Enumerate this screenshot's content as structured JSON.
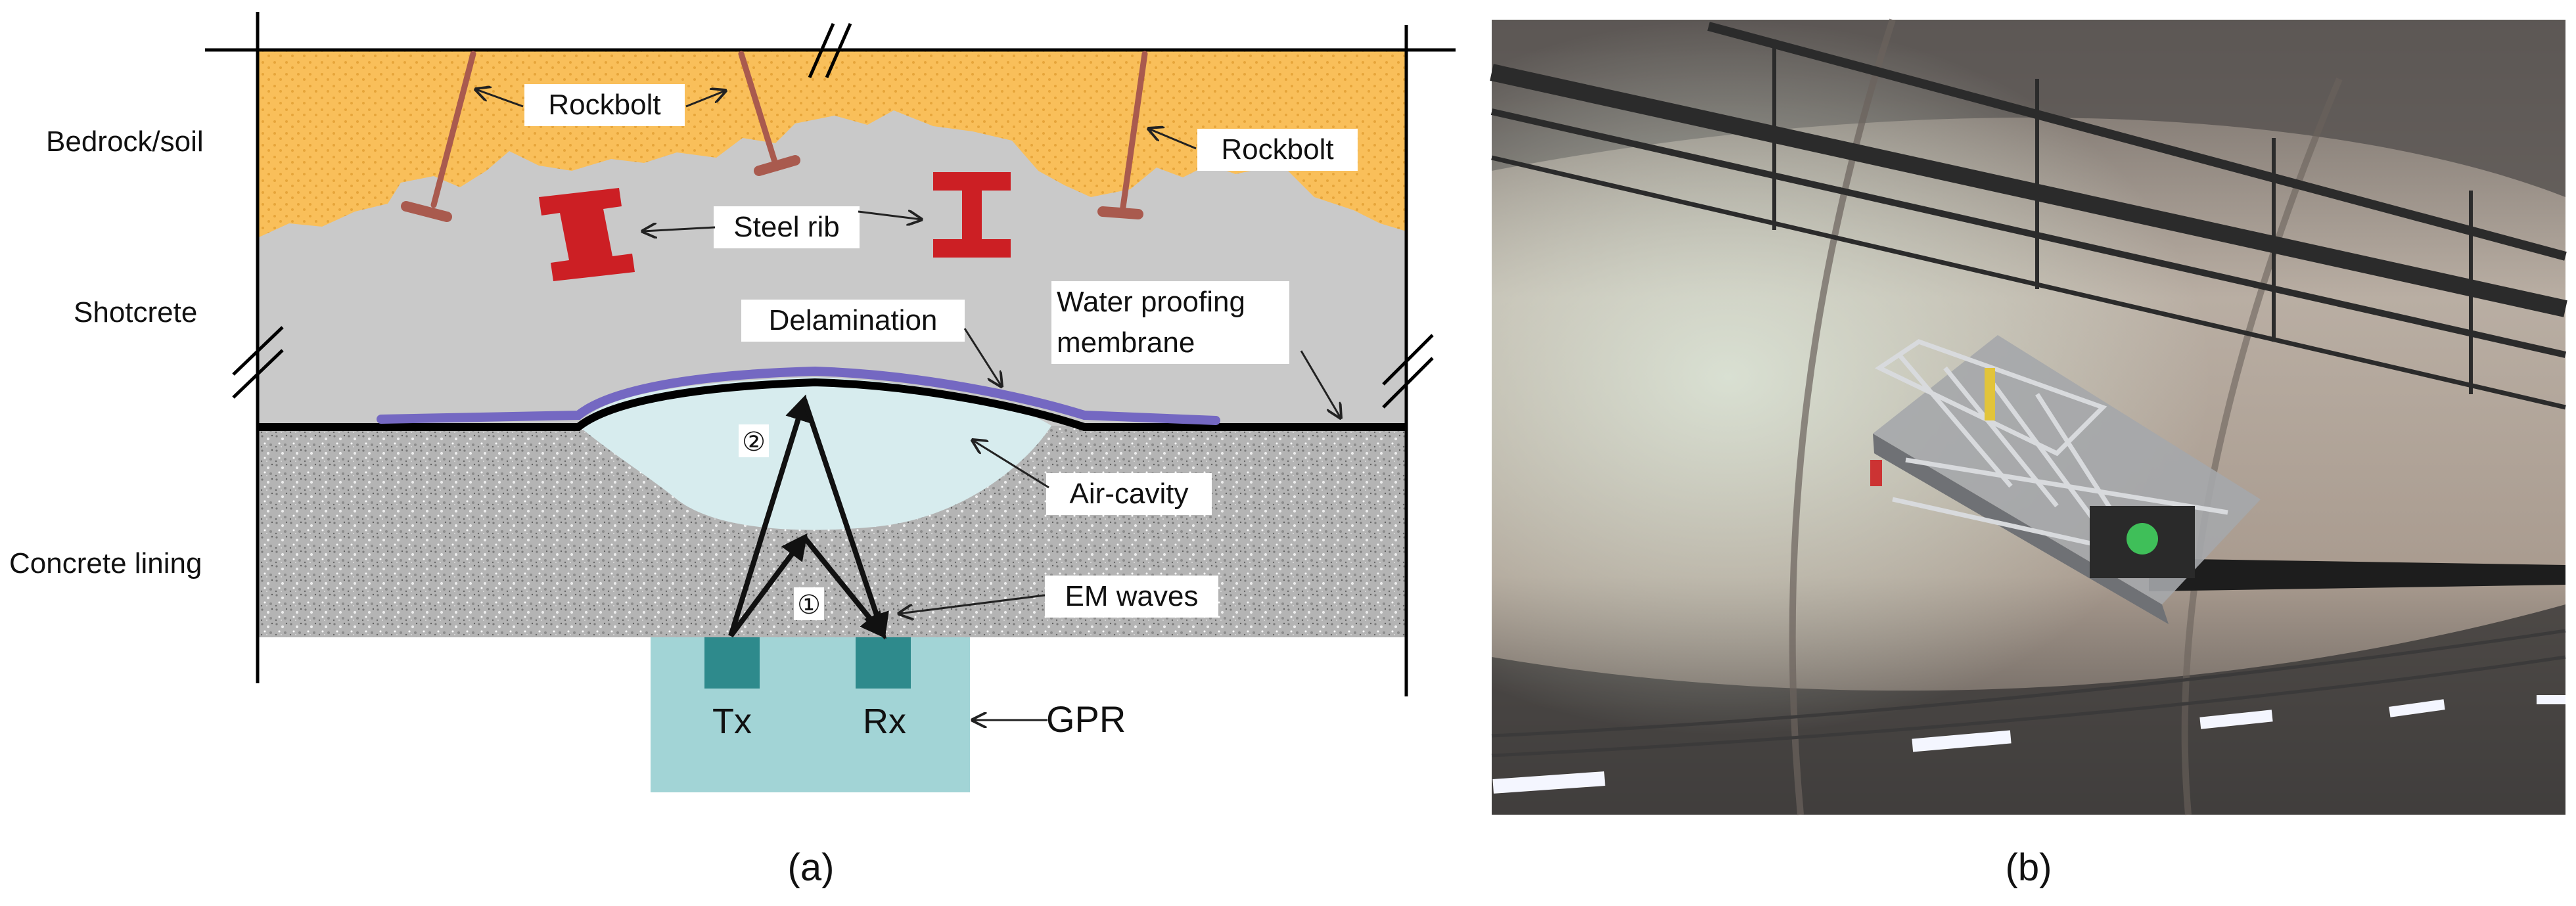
{
  "panel_a": {
    "caption": "(a)",
    "layers": {
      "bedrock": "Bedrock/soil",
      "shotcrete": "Shotcrete",
      "lining": "Concrete lining"
    },
    "labels": {
      "rockbolt_1": "Rockbolt",
      "rockbolt_2": "Rockbolt",
      "steel_rib": "Steel rib",
      "delamination": "Delamination",
      "waterproof_line1": "Water proofing",
      "waterproof_line2": "membrane",
      "air_cavity": "Air-cavity",
      "em_waves": "EM waves",
      "gpr": "GPR",
      "tx": "Tx",
      "rx": "Rx",
      "path_1": "①",
      "path_2": "②"
    },
    "colors": {
      "bedrock": "#f9bf5a",
      "shotcrete": "#c9c9c9",
      "lining": "#b4b4b4",
      "membrane": "#7468c2",
      "air_cavity": "#d7ecee",
      "gpr_box": "#a2d4d6",
      "antenna": "#2e8a8c",
      "steel_rib": "#cc1f24",
      "rockbolt": "#a95a4e"
    }
  },
  "panel_b": {
    "caption": "(b)",
    "colors": {
      "tunnel_wall": "#b3a598",
      "lamp": "#f4f6ff",
      "platform": "#a5a7ab"
    }
  }
}
